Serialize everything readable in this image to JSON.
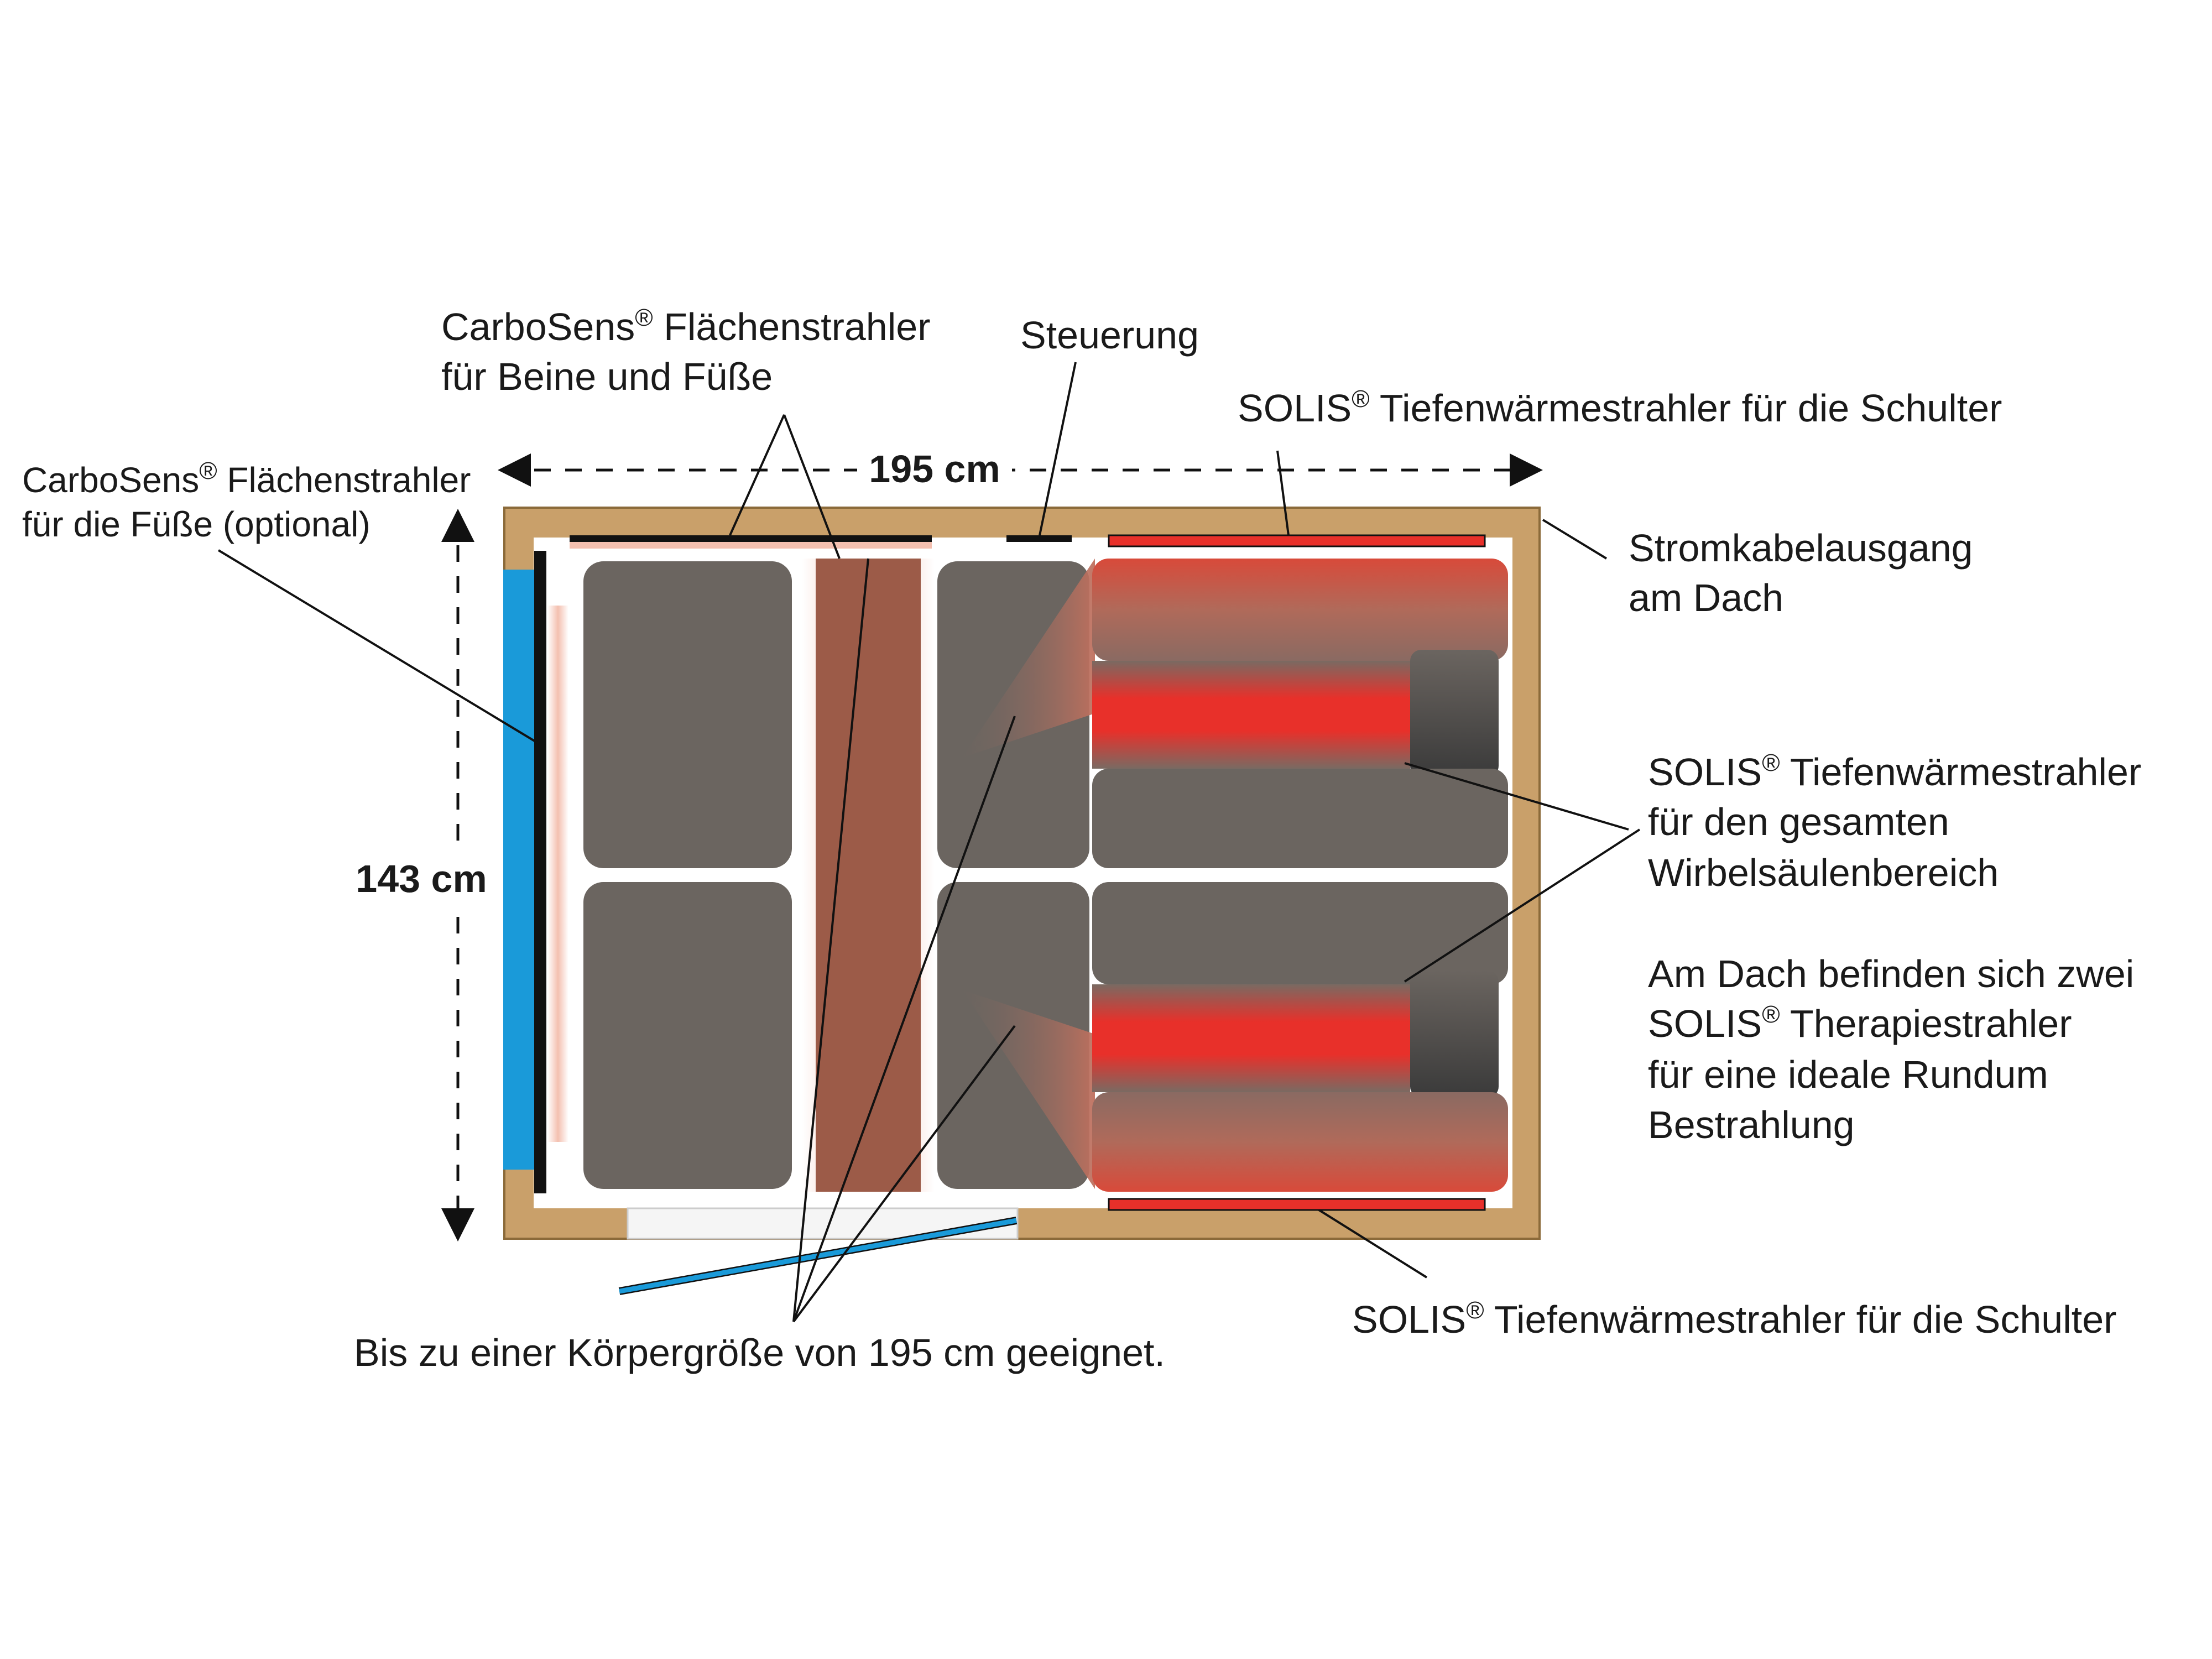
{
  "dimensions": {
    "width_label": "195 cm",
    "height_label": "143 cm"
  },
  "labels": {
    "carbosens_feet_optional": {
      "line1_prefix": "CarboSens",
      "reg": "®",
      "line1_suffix": " Flächenstrahler",
      "line2": "für die Füße (optional)"
    },
    "carbosens_legs_feet": {
      "line1_prefix": "CarboSens",
      "reg": "®",
      "line1_suffix": " Flächenstrahler",
      "line2": "für Beine und Füße"
    },
    "control": "Steuerung",
    "solis_shoulder_top": {
      "prefix": "SOLIS",
      "reg": "®",
      "suffix": " Tiefenwärmestrahler für die Schulter"
    },
    "power_cable": {
      "line1": "Stromkabelausgang",
      "line2": "am Dach"
    },
    "solis_spine": {
      "prefix": "SOLIS",
      "reg": "®",
      "suffix": " Tiefenwärmestrahler",
      "line2": "für den gesamten",
      "line3": "Wirbelsäulenbereich"
    },
    "roof_note": {
      "line1": "Am Dach befinden sich zwei",
      "line2_prefix": "SOLIS",
      "reg": "®",
      "line2_suffix": " Therapiestrahler",
      "line3": "für eine ideale Rundum",
      "line4": "Bestrahlung"
    },
    "solis_shoulder_bottom": {
      "prefix": "SOLIS",
      "reg": "®",
      "suffix": " Tiefenwärmestrahler für die Schulter"
    },
    "body_size": "Bis zu einer Körpergröße von 195 cm geeignet."
  },
  "colors": {
    "wood_frame": "#c9a06a",
    "cushion": "#6b6560",
    "carbon_heater": "#9c5b48",
    "solis_red": "#e8302a",
    "door_glass_blue": "#1a9ad9",
    "frame_dark": "#111111"
  }
}
